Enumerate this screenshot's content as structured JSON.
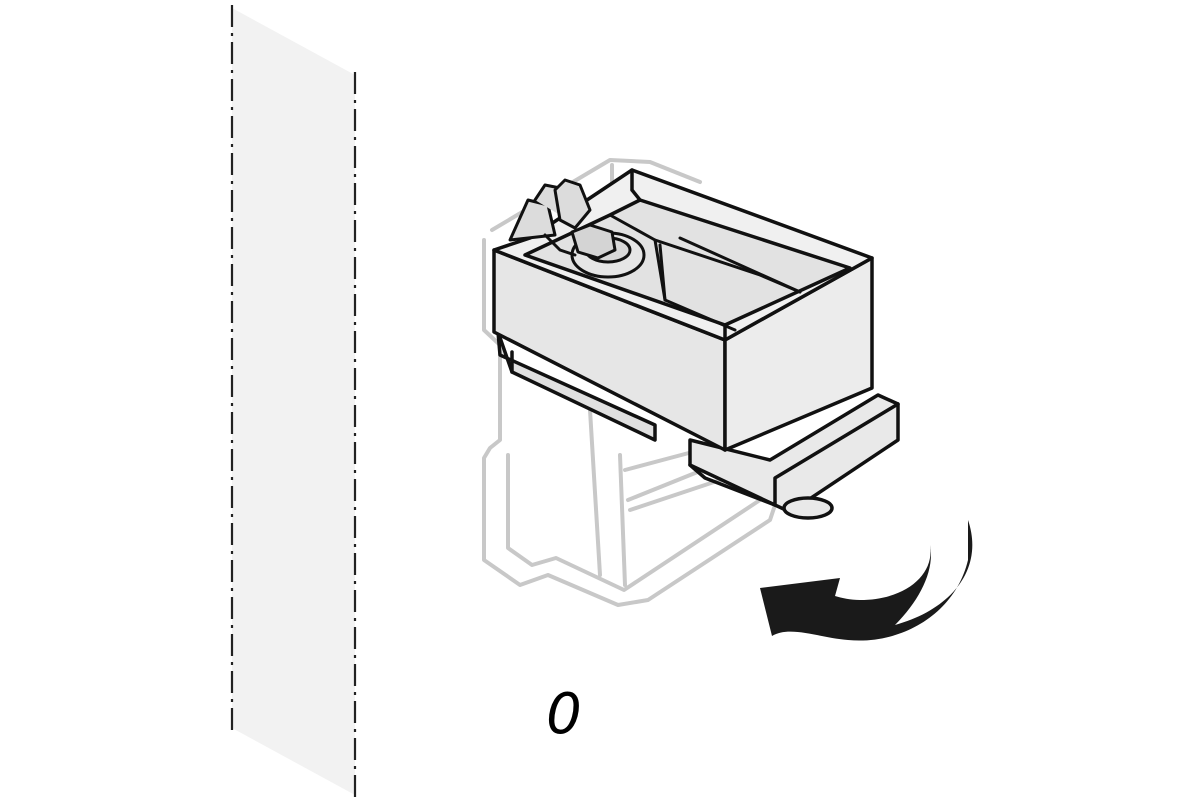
{
  "figure": {
    "step_label": "0",
    "icons": [
      "wall-panel",
      "container-in-position",
      "container-ghost-outline",
      "rotate-arrow-icon"
    ],
    "colors": {
      "outline": "#111111",
      "fill": "#e9e9e9",
      "ghost_outline": "#c8c8c8",
      "panel": "#f2f2f2",
      "arrow": "#1a1a1a"
    }
  }
}
